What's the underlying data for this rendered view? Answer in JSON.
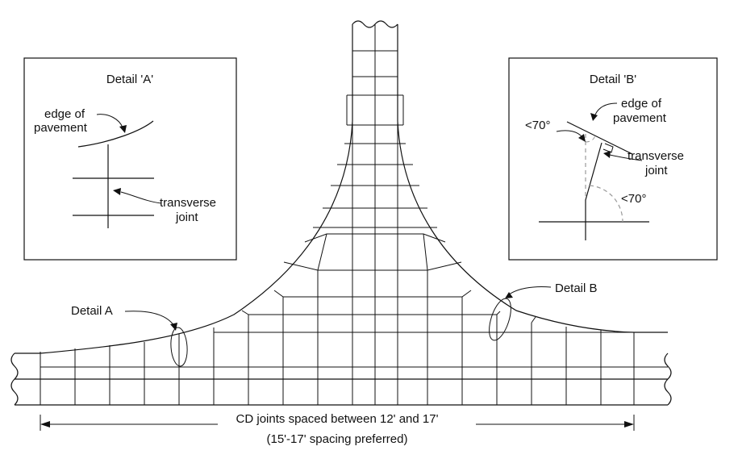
{
  "detail_a": {
    "title": "Detail 'A'",
    "edge_label_1": "edge of",
    "edge_label_2": "pavement",
    "joint_label_1": "transverse",
    "joint_label_2": "joint"
  },
  "detail_b": {
    "title": "Detail 'B'",
    "angle_top": "<70°",
    "edge_label_1": "edge of",
    "edge_label_2": "pavement",
    "joint_label_1": "transverse",
    "joint_label_2": "joint",
    "angle_bottom": "<70°"
  },
  "callouts": {
    "detail_a": "Detail A",
    "detail_b": "Detail B"
  },
  "dimension": {
    "label": "CD joints spaced between 12' and 17'",
    "sublabel": "(15'-17' spacing preferred)"
  }
}
